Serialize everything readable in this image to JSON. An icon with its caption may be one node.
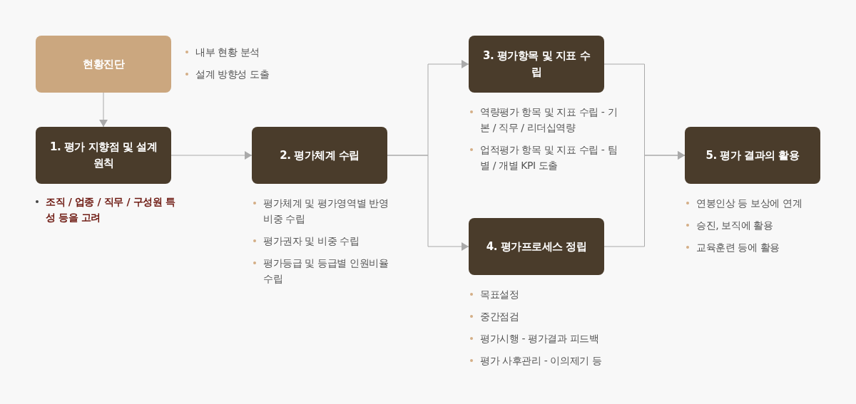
{
  "diagram": {
    "nodes": [
      {
        "text": [
          "현황진단"
        ],
        "beside": [
          "내부 현황 분석",
          "설계 방향성 도출"
        ]
      },
      {
        "text": [
          "1. 평가 지향점 및 설계원칙"
        ],
        "beside": [
          "조직 / 업종 / 직무 / 구성원 특성 등을 고려"
        ]
      },
      {
        "text": [
          "2. 평가체계 수립"
        ],
        "beside": [
          "평가체계 및 평가영역별 반영비중 수립",
          "평가권자 및 비중 수립",
          "평가등급 및 등급별 인원비율 수립"
        ]
      },
      {
        "text": [
          "3. 평가항목 및 지표 수립"
        ],
        "beside": [
          "역량평가 항목 및 지표 수립 - 기본 / 직무 / 리더십역량",
          "업적평가 항목 및 지표 수립 - 팀별 / 개별 KPI 도출"
        ]
      },
      {
        "text": [
          "4. 평가프로세스 정립"
        ],
        "beside": [
          "목표설정",
          "중간점검",
          "평가시행 - 평가결과 피드백",
          "평가 사후관리 - 이의제기 등"
        ]
      },
      {
        "text": [
          "5. 평가 결과의 활용"
        ],
        "beside": [
          "연봉인상 등 보상에 연계",
          "승진, 보직에 활용",
          "교육훈련 등에 활용"
        ]
      }
    ],
    "edges": [
      {
        "from": 0,
        "to": 1,
        "arrow": "to"
      },
      {
        "from": 1,
        "to": 2,
        "arrow": "to"
      },
      {
        "from": 2,
        "to": 3,
        "arrow": "to"
      },
      {
        "from": 2,
        "to": 4,
        "arrow": "to"
      },
      {
        "from": 3,
        "to": 5,
        "arrow": "to"
      },
      {
        "from": 4,
        "to": 5,
        "arrow": "to"
      }
    ]
  }
}
